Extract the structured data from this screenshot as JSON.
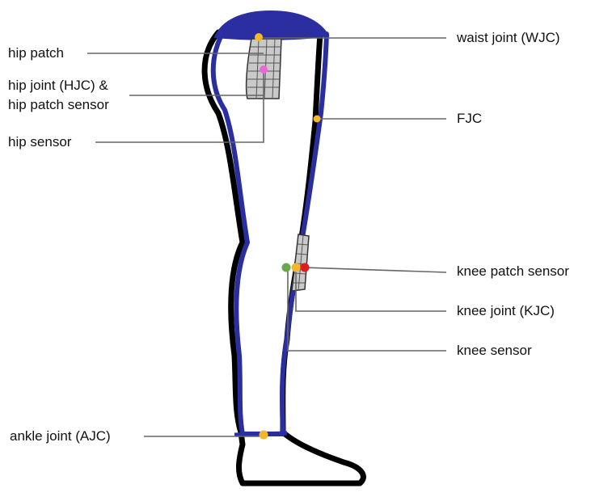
{
  "labels": {
    "hip_patch": "hip patch",
    "hip_joint_line1": "hip joint (HJC) &",
    "hip_joint_line2": "hip patch sensor",
    "hip_sensor": "hip sensor",
    "ankle_joint": "ankle joint (AJC)",
    "waist_joint": "waist joint (WJC)",
    "fjc": "FJC",
    "knee_patch_sensor": "knee patch sensor",
    "knee_joint": "knee joint (KJC)",
    "knee_sensor": "knee sensor"
  },
  "colors": {
    "garment": "#2b2ea0",
    "outline": "#000000",
    "patch_fill": "#c9c9c9",
    "leader_line": "#666666",
    "marker_joint": "#f5b72a",
    "marker_hip_sensor": "#e86ad6",
    "marker_knee_sensor": "#6aa84f",
    "marker_knee_patch_sensor": "#e21b1b"
  }
}
